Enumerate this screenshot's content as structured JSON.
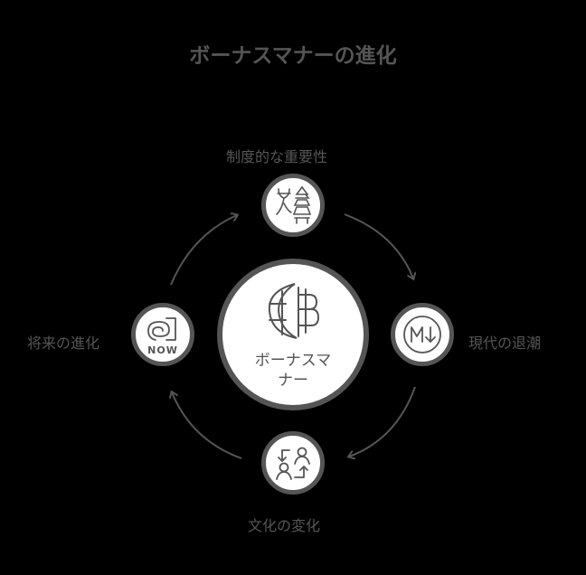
{
  "title": "ボーナスマナーの進化",
  "colors": {
    "background": "#000000",
    "stroke": "#555555",
    "node_fill": "#ffffff",
    "text": "#555555"
  },
  "center": {
    "label_line1": "ボーナスマ",
    "label_line2": "ナー",
    "icon": "globe-currency-icon"
  },
  "nodes": [
    {
      "id": "top",
      "label": "制度的な重要性",
      "icon": "pagoda-tradition-icon"
    },
    {
      "id": "right",
      "label": "現代の退潮",
      "icon": "markdown-down-icon"
    },
    {
      "id": "bottom",
      "label": "文化の変化",
      "icon": "people-exchange-icon"
    },
    {
      "id": "left",
      "label": "将来の進化",
      "icon": "now-spiral-icon",
      "icon_text": "NOW"
    }
  ],
  "cycle": [
    "制度的な重要性",
    "現代の退潮",
    "文化の変化",
    "将来の進化"
  ]
}
